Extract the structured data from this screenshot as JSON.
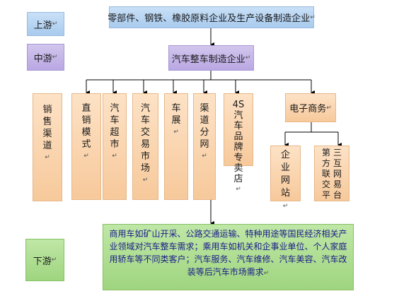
{
  "stages": {
    "upstream": "上游",
    "midstream": "中游",
    "downstream": "下游"
  },
  "upstream_box": "零部件、钢铁、橡胶原料企业及生产设备制造企业",
  "midstream_box": "汽车整车制造企业",
  "sales_channels": [
    "销",
    "售",
    "渠",
    "道"
  ],
  "channels": [
    {
      "chars": [
        "直",
        "销",
        "模",
        "式"
      ]
    },
    {
      "chars": [
        "汽",
        "车",
        "超",
        "市"
      ]
    },
    {
      "chars": [
        "汽",
        "车",
        "交",
        "易",
        "市",
        "场"
      ]
    },
    {
      "chars": [
        "车",
        "展"
      ]
    },
    {
      "chars": [
        "渠",
        "道",
        "分",
        "网"
      ]
    },
    {
      "chars": [
        "4S",
        "汽",
        "车",
        "品",
        "牌",
        "专",
        "卖",
        "店"
      ]
    }
  ],
  "ecommerce": "电子商务",
  "enterprise_site": [
    "企",
    "业",
    "网",
    "站"
  ],
  "platform_col1": [
    "第",
    "方",
    "联",
    "交",
    "平"
  ],
  "platform_col2": [
    "三",
    "互",
    "网",
    "易",
    "台"
  ],
  "downstream_text": "商用车如矿山开采、公路交通运输、特种用途等国民经济相关产业领域对汽车整车需求；乘用车如机关和企事业单位、个人家庭用轿车等不同类客户；汽车服务、汽车维修、汽车美容、汽车改装等后汽车市场需求",
  "return_mark": "↵",
  "colors": {
    "stage_blue": "#a9cbee",
    "stage_violet": "#b9a7e2",
    "channel_orange": "#f7c99b",
    "downstream_green": "#9fd57f"
  }
}
